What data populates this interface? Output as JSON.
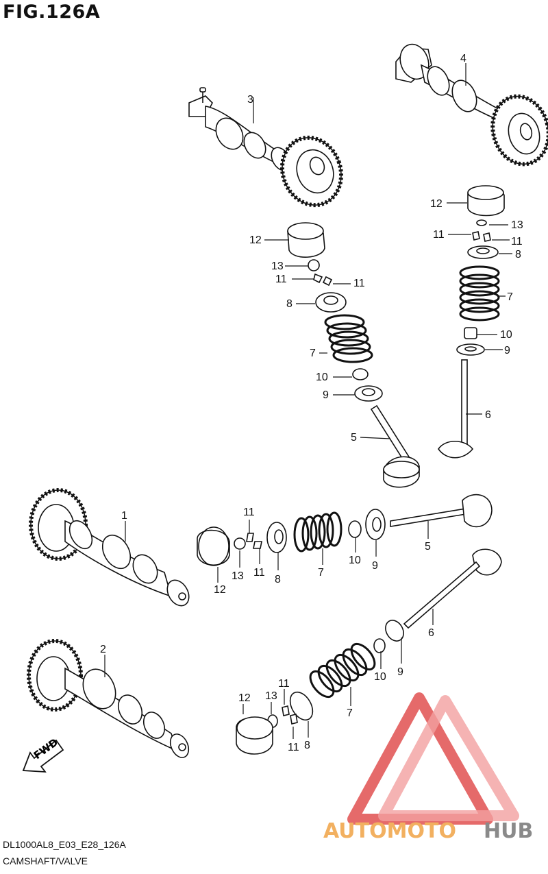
{
  "figure": {
    "title": "FIG.126A",
    "code": "DL1000AL8_E03_E28_126A",
    "name": "CAMSHAFT/VALVE",
    "fwd_label": "FWD"
  },
  "watermark": {
    "part1": "AUTOMOTO",
    "part2": "HUB",
    "colors": {
      "red": "#e05050",
      "pink": "#f2a0a0",
      "orange": "#f2b060",
      "gray": "#8a8a8a"
    }
  },
  "callouts": [
    {
      "id": "c-3",
      "text": "3"
    },
    {
      "id": "c-4",
      "text": "4"
    },
    {
      "id": "c-12a",
      "text": "12"
    },
    {
      "id": "c-13a",
      "text": "13"
    },
    {
      "id": "c-11a",
      "text": "11"
    },
    {
      "id": "c-11b",
      "text": "11"
    },
    {
      "id": "c-8a",
      "text": "8"
    },
    {
      "id": "c-7a",
      "text": "7"
    },
    {
      "id": "c-10a",
      "text": "10"
    },
    {
      "id": "c-9a",
      "text": "9"
    },
    {
      "id": "c-5a",
      "text": "5"
    },
    {
      "id": "c-12b",
      "text": "12"
    },
    {
      "id": "c-13b",
      "text": "13"
    },
    {
      "id": "c-11c",
      "text": "11"
    },
    {
      "id": "c-11d",
      "text": "11"
    },
    {
      "id": "c-8b",
      "text": "8"
    },
    {
      "id": "c-7b",
      "text": "7"
    },
    {
      "id": "c-10b",
      "text": "10"
    },
    {
      "id": "c-9b",
      "text": "9"
    },
    {
      "id": "c-6a",
      "text": "6"
    },
    {
      "id": "c-1",
      "text": "1"
    },
    {
      "id": "c-11e",
      "text": "11"
    },
    {
      "id": "c-12c",
      "text": "12"
    },
    {
      "id": "c-13c",
      "text": "13"
    },
    {
      "id": "c-11f",
      "text": "11"
    },
    {
      "id": "c-8c",
      "text": "8"
    },
    {
      "id": "c-7c",
      "text": "7"
    },
    {
      "id": "c-10c",
      "text": "10"
    },
    {
      "id": "c-9c",
      "text": "9"
    },
    {
      "id": "c-5b",
      "text": "5"
    },
    {
      "id": "c-6b",
      "text": "6"
    },
    {
      "id": "c-2",
      "text": "2"
    },
    {
      "id": "c-11g",
      "text": "11"
    },
    {
      "id": "c-12d",
      "text": "12"
    },
    {
      "id": "c-13d",
      "text": "13"
    },
    {
      "id": "c-7d",
      "text": "7"
    },
    {
      "id": "c-10d",
      "text": "10"
    },
    {
      "id": "c-9d",
      "text": "9"
    },
    {
      "id": "c-11h",
      "text": "11"
    },
    {
      "id": "c-8d",
      "text": "8"
    }
  ]
}
